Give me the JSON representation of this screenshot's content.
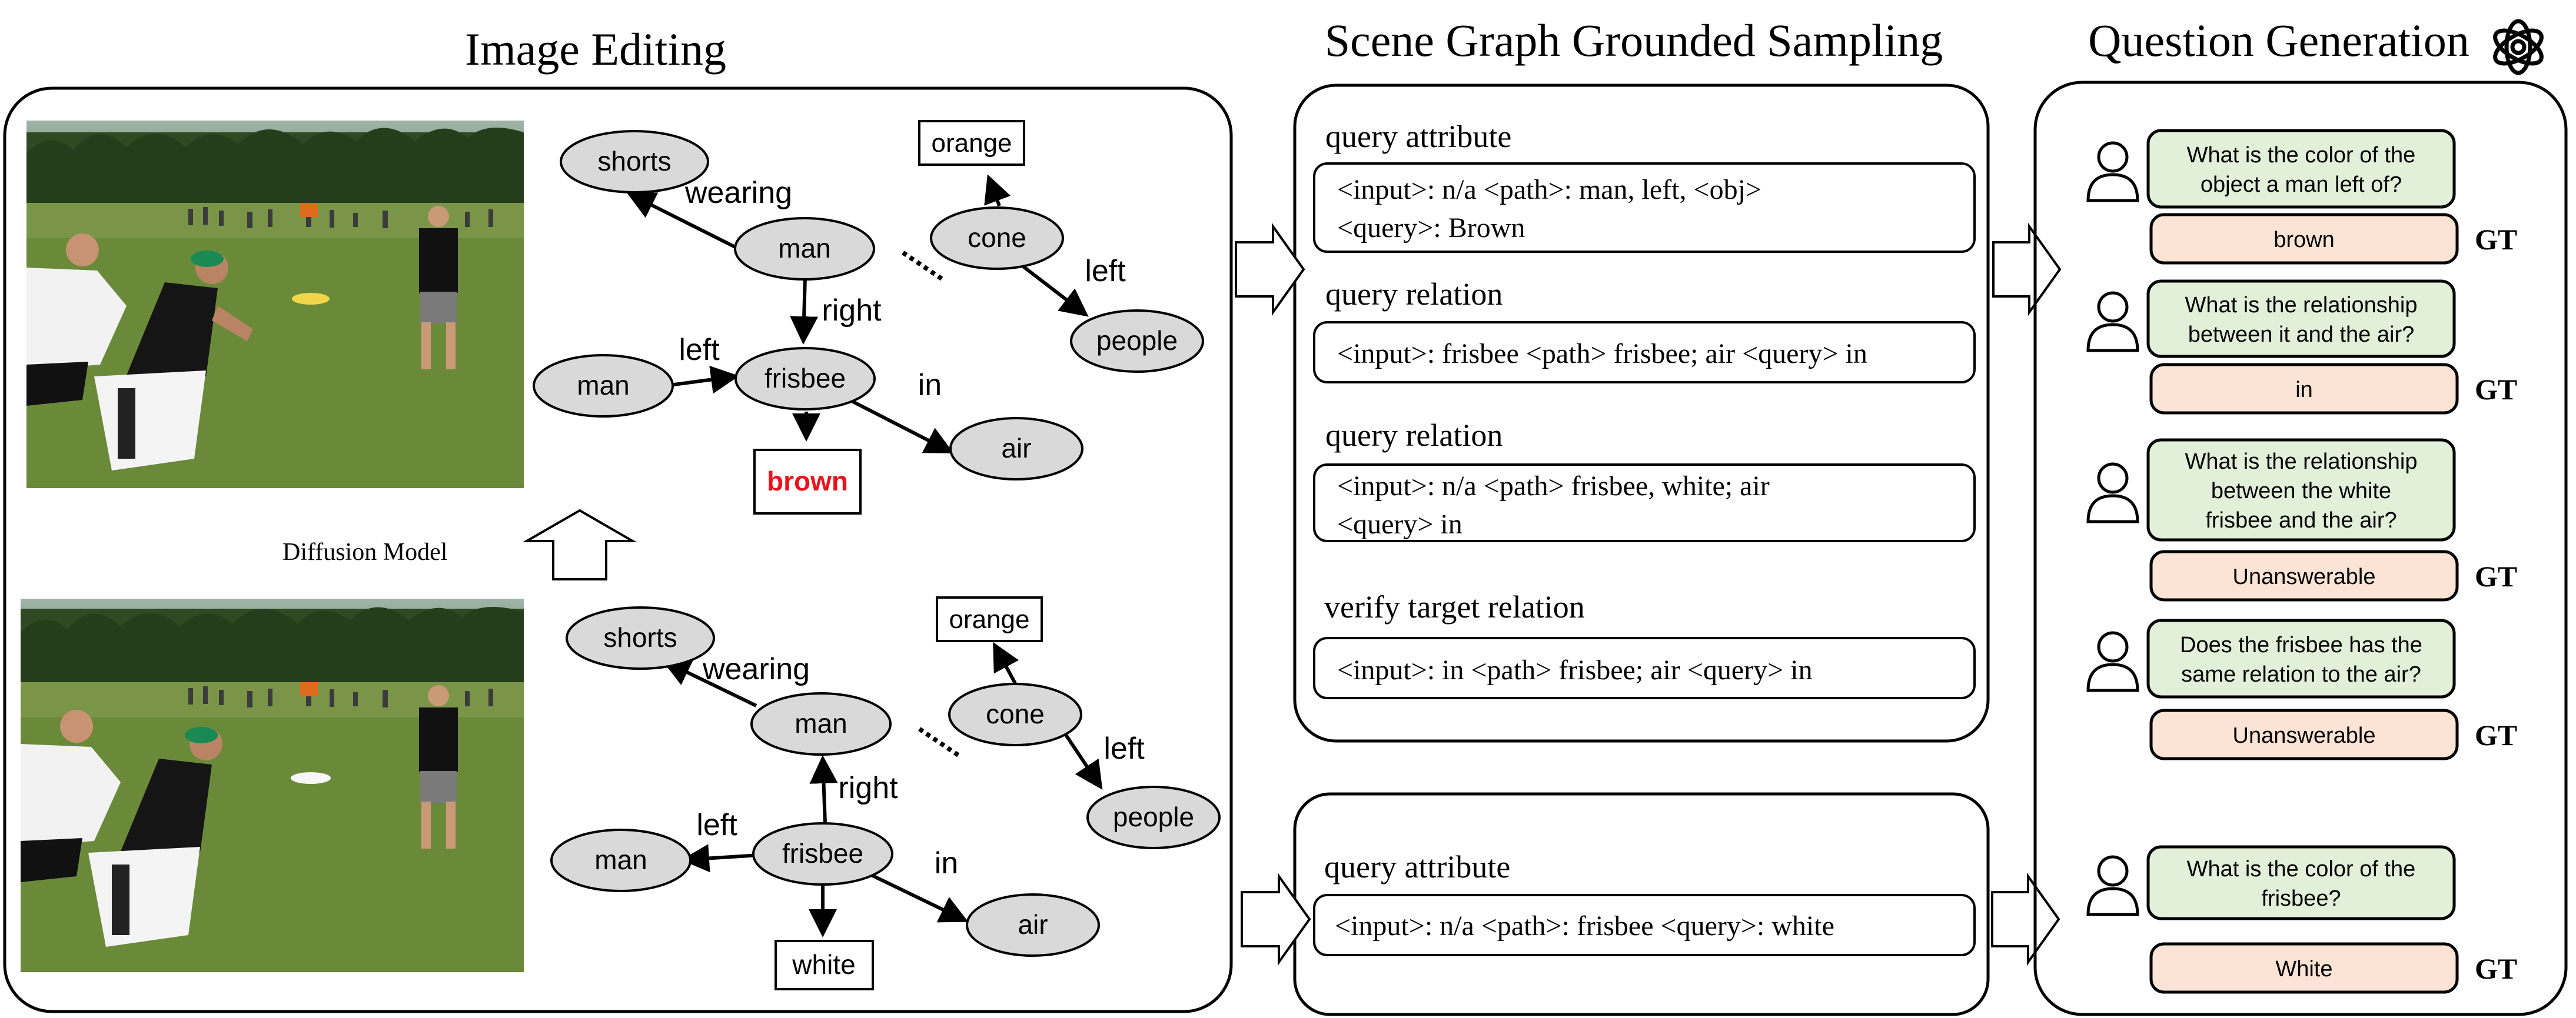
{
  "headers": {
    "image_editing": "Image Editing",
    "sampling": "Scene Graph Grounded Sampling",
    "question_generation": "Question Generation"
  },
  "diffusion_label": "Diffusion Model",
  "graph_top": {
    "nodes": {
      "shorts": "shorts",
      "man_center": "man",
      "man_left": "man",
      "frisbee": "frisbee",
      "air": "air",
      "cone": "cone",
      "people": "people",
      "orange": "orange",
      "color": "brown"
    },
    "edges": {
      "wearing": "wearing",
      "right": "right",
      "left_man": "left",
      "in": "in",
      "left_cone": "left"
    },
    "color_hex": "#e8131b"
  },
  "graph_bottom": {
    "nodes": {
      "shorts": "shorts",
      "man_center": "man",
      "man_left": "man",
      "frisbee": "frisbee",
      "air": "air",
      "cone": "cone",
      "people": "people",
      "orange": "orange",
      "color": "white"
    },
    "edges": {
      "wearing": "wearing",
      "right": "right",
      "left_man": "left",
      "in": "in",
      "left_cone": "left"
    }
  },
  "ellipsis": "......",
  "sampling_top": [
    {
      "title": "query attribute",
      "lines": [
        "<input>: n/a  <path>: man, left, <obj>",
        "<query>: Brown"
      ]
    },
    {
      "title": "query relation",
      "lines": [
        "<input>: frisbee <path> frisbee; air <query> in"
      ]
    },
    {
      "title": "query relation",
      "lines": [
        "<input>: n/a <path> frisbee, white; air",
        "<query> in"
      ]
    },
    {
      "title": "verify target relation",
      "lines": [
        "<input>: in <path> frisbee; air <query> in"
      ]
    }
  ],
  "sampling_bottom": [
    {
      "title": "query attribute",
      "lines": [
        "<input>: n/a  <path>: frisbee <query>: white"
      ]
    }
  ],
  "qa": [
    {
      "question": [
        "What is the color of the",
        "object a man left of?"
      ],
      "answer": "brown",
      "gt": "GT"
    },
    {
      "question": [
        "What is the relationship",
        "between it and the air?"
      ],
      "answer": "in",
      "gt": "GT"
    },
    {
      "question": [
        "What is the relationship",
        "between the white",
        "frisbee and the air?"
      ],
      "answer": "Unanswerable",
      "gt": "GT"
    },
    {
      "question": [
        "Does the frisbee has the",
        "same relation to the air?"
      ],
      "answer": "Unanswerable",
      "gt": "GT"
    },
    {
      "question": [
        "What is the color of the",
        "frisbee?"
      ],
      "answer": "White",
      "gt": "GT"
    }
  ],
  "colors": {
    "node_fill": "#d9d9d9",
    "question_fill": "#e2efd9",
    "answer_fill": "#fbe4d5",
    "grass": "#5c7a32",
    "trees": "#2f4a22"
  }
}
